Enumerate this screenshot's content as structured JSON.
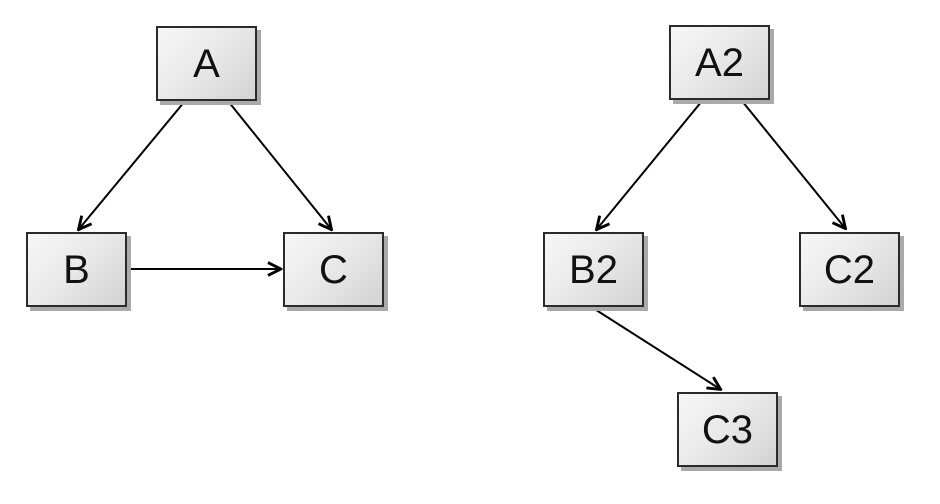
{
  "canvas": {
    "background": "#ffffff"
  },
  "styles": {
    "node_border_color": "#2b2b2b",
    "node_fill_light": "#f7f7f7",
    "node_fill_dark": "#d3d3d3",
    "node_shadow_color": "#aaaaaa",
    "edge_color": "#000000",
    "label_color": "#111111"
  },
  "diagrams": [
    {
      "name": "left-graph",
      "nodes": [
        {
          "id": "A",
          "label": "A"
        },
        {
          "id": "B",
          "label": "B"
        },
        {
          "id": "C",
          "label": "C"
        }
      ],
      "edges": [
        {
          "from": "A",
          "to": "B"
        },
        {
          "from": "A",
          "to": "C"
        },
        {
          "from": "B",
          "to": "C"
        }
      ]
    },
    {
      "name": "right-graph",
      "nodes": [
        {
          "id": "A2",
          "label": "A2"
        },
        {
          "id": "B2",
          "label": "B2"
        },
        {
          "id": "C2",
          "label": "C2"
        },
        {
          "id": "C3",
          "label": "C3"
        }
      ],
      "edges": [
        {
          "from": "A2",
          "to": "B2"
        },
        {
          "from": "A2",
          "to": "C2"
        },
        {
          "from": "B2",
          "to": "C3"
        }
      ]
    }
  ]
}
